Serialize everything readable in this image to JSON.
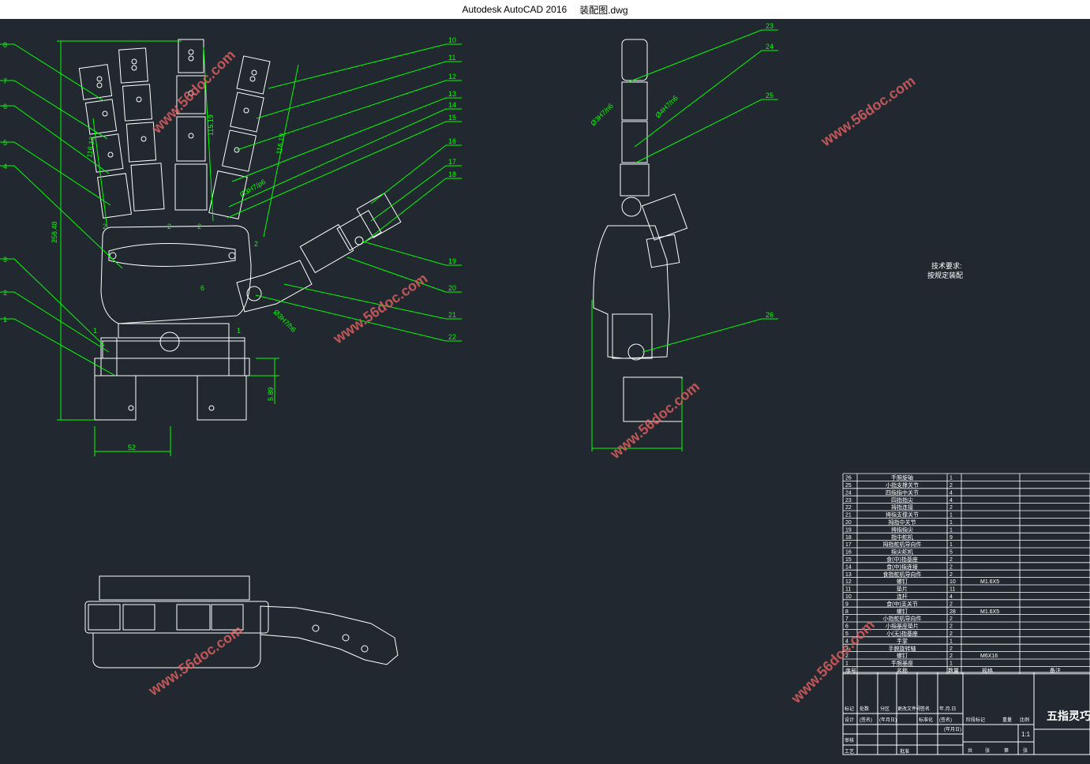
{
  "window": {
    "app_title": "Autodesk AutoCAD 2016",
    "file_name": "装配图.dwg"
  },
  "colors": {
    "background": "#212830",
    "drawing_line": "#ffffff",
    "dimension": "#00ff00",
    "leader": "#00ff00",
    "watermark": "#e06060"
  },
  "watermark": "www.56doc.com",
  "front_view": {
    "dims": [
      "258.48",
      "52",
      "5.89",
      "116.12",
      "115.19",
      "116.19"
    ],
    "fits": [
      "Ø3H7/h6",
      "Ø3H7/p6"
    ],
    "small_labels": [
      "1",
      "1",
      "2",
      "2",
      "2",
      "2",
      "6"
    ],
    "callouts_left": [
      "8",
      "7",
      "6",
      "5",
      "4",
      "3",
      "2",
      "1"
    ],
    "callouts_right": [
      "10",
      "11",
      "12",
      "13",
      "14",
      "15",
      "16",
      "17",
      "18",
      "19",
      "20",
      "21",
      "22"
    ]
  },
  "side_view": {
    "callouts": [
      "23",
      "24",
      "25",
      "26"
    ],
    "fits": [
      "Ø3H7/n6",
      "Ø4H7/n6"
    ]
  },
  "tech_note": {
    "title": "技术要求:",
    "body": "按规定装配"
  },
  "bom": {
    "rows": [
      {
        "no": "26",
        "name": "手腕旋轴",
        "qty": "1",
        "spec": ""
      },
      {
        "no": "25",
        "name": "小指支撑关节",
        "qty": "2",
        "spec": ""
      },
      {
        "no": "24",
        "name": "四指指中关节",
        "qty": "4",
        "spec": ""
      },
      {
        "no": "23",
        "name": "四指指尖",
        "qty": "4",
        "spec": ""
      },
      {
        "no": "22",
        "name": "拇指连接",
        "qty": "2",
        "spec": ""
      },
      {
        "no": "21",
        "name": "拇指支撑关节",
        "qty": "1",
        "spec": ""
      },
      {
        "no": "20",
        "name": "拇指中关节",
        "qty": "1",
        "spec": ""
      },
      {
        "no": "19",
        "name": "拇指指尖",
        "qty": "1",
        "spec": ""
      },
      {
        "no": "18",
        "name": "指中舵机",
        "qty": "9",
        "spec": ""
      },
      {
        "no": "17",
        "name": "拇指舵机导向件",
        "qty": "1",
        "spec": ""
      },
      {
        "no": "16",
        "name": "指尖舵机",
        "qty": "5",
        "spec": ""
      },
      {
        "no": "15",
        "name": "食(中)指基座",
        "qty": "2",
        "spec": ""
      },
      {
        "no": "14",
        "name": "食(中)指连接",
        "qty": "2",
        "spec": ""
      },
      {
        "no": "13",
        "name": "食指舵机导向件",
        "qty": "2",
        "spec": ""
      },
      {
        "no": "12",
        "name": "螺钉",
        "qty": "10",
        "spec": "M1.6X5"
      },
      {
        "no": "11",
        "name": "垫片",
        "qty": "11",
        "spec": ""
      },
      {
        "no": "10",
        "name": "连杆",
        "qty": "4",
        "spec": ""
      },
      {
        "no": "9",
        "name": "食(中)支关节",
        "qty": "2",
        "spec": ""
      },
      {
        "no": "8",
        "name": "螺钉",
        "qty": "28",
        "spec": "M1.6X5"
      },
      {
        "no": "7",
        "name": "小指舵机导向件",
        "qty": "2",
        "spec": ""
      },
      {
        "no": "6",
        "name": "小指基座垫片",
        "qty": "2",
        "spec": ""
      },
      {
        "no": "5",
        "name": "小(无)指基座",
        "qty": "2",
        "spec": ""
      },
      {
        "no": "4",
        "name": "手掌",
        "qty": "1",
        "spec": ""
      },
      {
        "no": "3",
        "name": "手腕旋转轴",
        "qty": "2",
        "spec": ""
      },
      {
        "no": "2",
        "name": "螺钉",
        "qty": "2",
        "spec": "M6X16"
      },
      {
        "no": "1",
        "name": "手腕基座",
        "qty": "1",
        "spec": ""
      }
    ],
    "header": {
      "no": "序号",
      "name": "名称",
      "qty": "数量",
      "spec": "规格",
      "note": "备注"
    }
  },
  "title_block": {
    "drawing_title": "五指灵巧手",
    "scale": "1:1",
    "labels": [
      "标记",
      "处数",
      "分区",
      "更改文件号",
      "签名",
      "年.月.日",
      "设计",
      "(签名)",
      "(年月日)",
      "标准化",
      "(签名)",
      "(年月日)",
      "审核",
      "工艺",
      "批准",
      "阶段标记",
      "重量",
      "比例",
      "共",
      "张",
      "第",
      "张"
    ]
  }
}
